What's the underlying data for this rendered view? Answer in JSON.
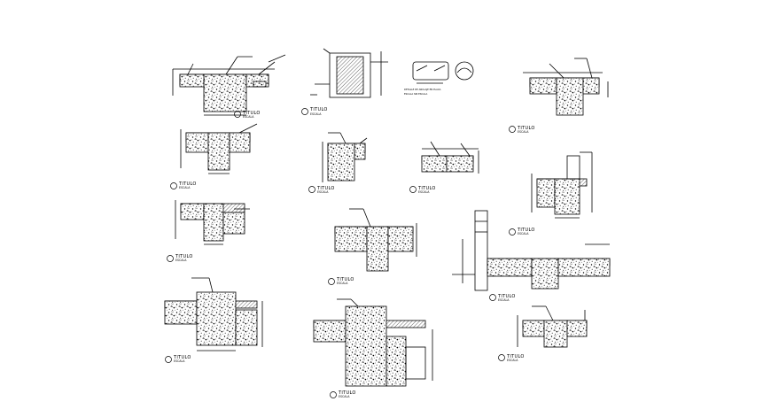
{
  "sheet": {
    "background": "#ffffff",
    "ink": "#000000"
  },
  "details": [
    {
      "id": "d1",
      "title": "TITULO",
      "subtitle": "ESCALA"
    },
    {
      "id": "d2",
      "title": "TITULO",
      "subtitle": "ESCALA"
    },
    {
      "id": "d3",
      "title": "TITULO",
      "subtitle": "ESCALA"
    },
    {
      "id": "d4",
      "title": "TITULO",
      "subtitle": "ESCALA"
    },
    {
      "id": "d5",
      "title": "TITULO",
      "subtitle": "ESCALA"
    },
    {
      "id": "d6",
      "title": "TITULO",
      "subtitle": "ESCALA"
    },
    {
      "id": "d7",
      "title": "TITULO",
      "subtitle": "ESCALA"
    },
    {
      "id": "d8",
      "title": "TITULO",
      "subtitle": "ESCALA"
    },
    {
      "id": "d9",
      "title": "TITULO",
      "subtitle": "ESCALA"
    },
    {
      "id": "d10",
      "title": "TITULO",
      "subtitle": "ESCALA"
    },
    {
      "id": "d11",
      "title": "TITULO",
      "subtitle": "ESCALA"
    },
    {
      "id": "d12",
      "title": "TITULO",
      "subtitle": "ESCALA"
    },
    {
      "id": "d13",
      "title": "TITULO",
      "subtitle": "ESCALA"
    },
    {
      "id": "d14",
      "title": "TITULO",
      "subtitle": "ESCALA"
    },
    {
      "id": "d15",
      "title": "TITULO",
      "subtitle": "ESCALA"
    }
  ],
  "notes": {
    "plan_caption_1": "DETALLE DE ANCLAJE EN PLACA",
    "plan_caption_2": "ESCALA SIN ESCALA"
  }
}
